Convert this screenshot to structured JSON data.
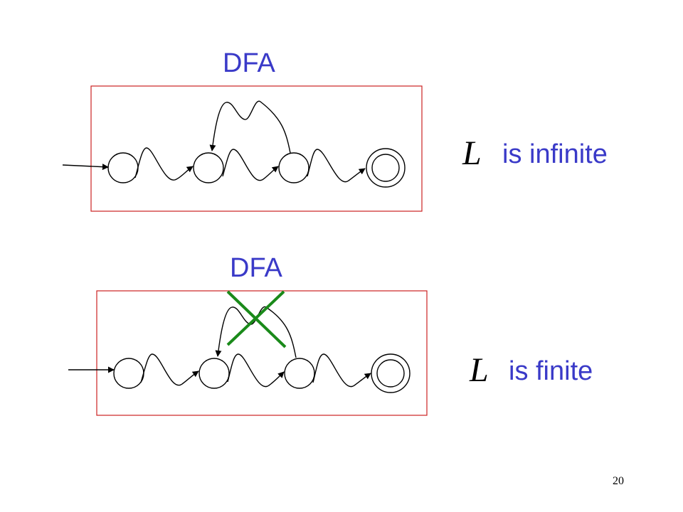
{
  "top": {
    "title": "DFA",
    "symbol": "L",
    "caption": "is infinite"
  },
  "bottom": {
    "title": "DFA",
    "symbol": "L",
    "caption": "is finite"
  },
  "page_number": "20",
  "colors": {
    "title": "#3a3ac8",
    "frame": "#cc2222",
    "cross": "#1a8a1a",
    "stroke": "#000000"
  }
}
